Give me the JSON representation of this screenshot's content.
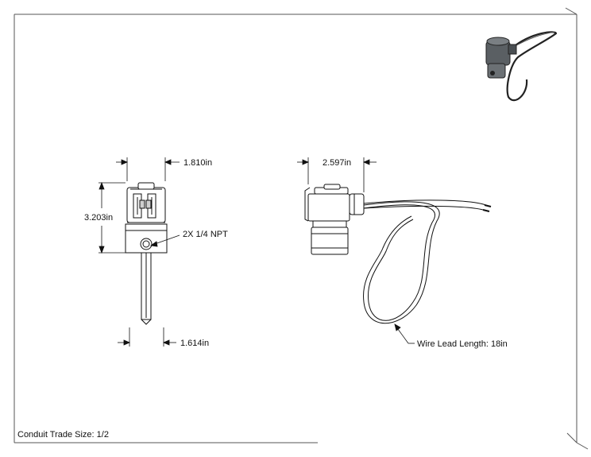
{
  "front_view": {
    "width_top": "1.810in",
    "height": "3.203in",
    "thread_note": "2X 1/4 NPT",
    "width_bottom": "1.614in"
  },
  "side_view": {
    "width": "2.597in",
    "wire_note": "Wire Lead Length: 18in"
  },
  "title_block": {
    "conduit": "Conduit Trade Size: 1/2"
  },
  "colors": {
    "line": "#111111",
    "shade": "#cfcfcf",
    "iso_body": "#5a5f63"
  }
}
